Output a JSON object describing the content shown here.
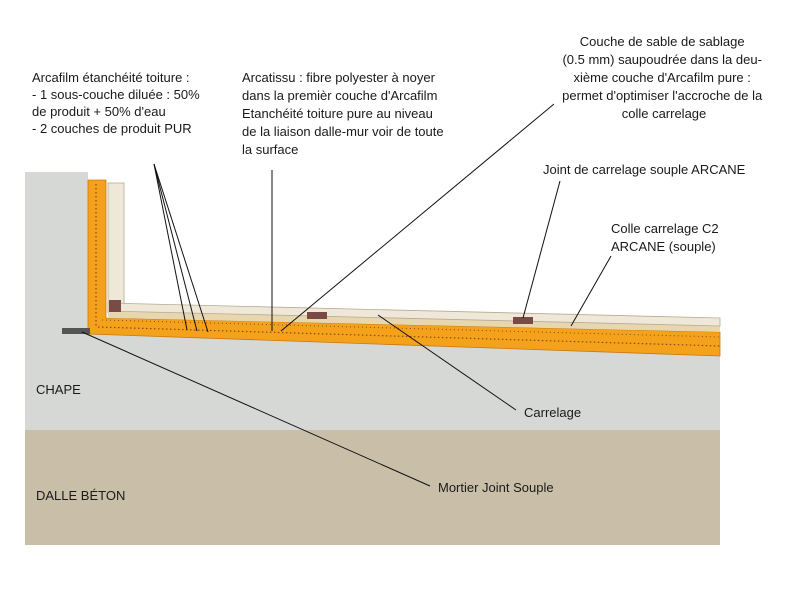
{
  "labels": {
    "arcafilm": [
      "Arcafilm étanchéité toiture :",
      "- 1 sous-couche diluée : 50%",
      "de produit + 50% d'eau",
      "- 2 couches de produit PUR"
    ],
    "arcatissu": [
      "Arcatissu : fibre polyester à noyer",
      "dans la premièr couche d'Arcafilm",
      "Etanchéité toiture pure au niveau",
      "de la liaison dalle-mur voir de toute",
      "la surface"
    ],
    "sable": [
      "Couche de sable de sablage",
      "(0.5 mm) saupoudrée dans la deu-",
      "xième couche d'Arcafilm pure :",
      "permet d'optimiser l'accroche de la",
      "colle carrelage"
    ],
    "joint_carrelage": [
      "Joint de carrelage souple ARCANE"
    ],
    "colle": [
      "Colle carrelage  C2",
      "ARCANE (souple)"
    ],
    "carrelage": [
      "Carrelage"
    ],
    "mortier": [
      "Mortier Joint Souple"
    ],
    "chape": "CHAPE",
    "dalle": "DALLE BÉTON"
  },
  "colors": {
    "chape": "#d6d8d5",
    "dalle": "#c9bfa9",
    "arcafilm": "#f4a21c",
    "arcafilm_edge": "#c87810",
    "tile": "#efe8d8",
    "tile_edge": "#b7aa92",
    "joint": "#7a4a45",
    "mortier": "#555555",
    "sand_dots": "#8a4a10"
  }
}
